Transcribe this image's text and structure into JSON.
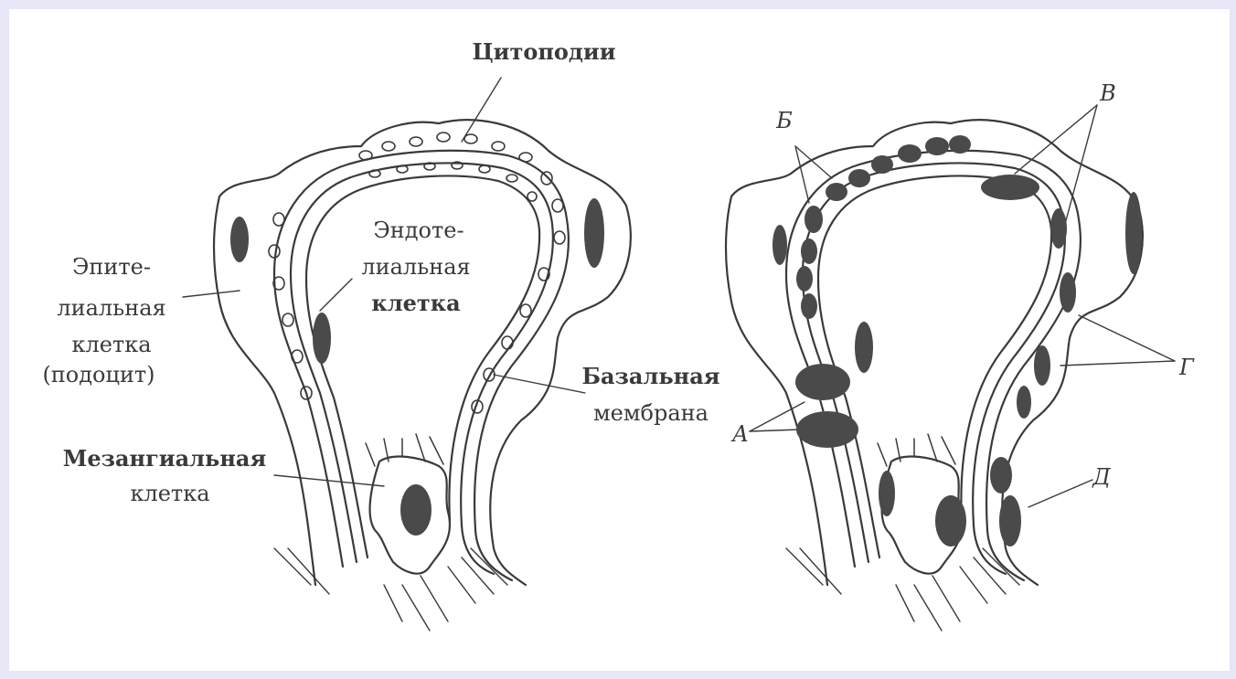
{
  "left_figure": {
    "cytopodia": "Цитоподии",
    "endothelial": [
      "Эндоте-",
      "лиальная",
      "клетка"
    ],
    "epithelial": [
      "Эпите-",
      "лиальная",
      "клетка",
      "(подоцит)"
    ],
    "basement": [
      "Базальная",
      "мембрана"
    ],
    "mesangial": [
      "Мезангиальная",
      "клетка"
    ]
  },
  "right_figure": {
    "label_a": "А",
    "label_b": "Б",
    "label_v": "В",
    "label_g": "Г",
    "label_d": "Д"
  },
  "colors": {
    "background": "#e6e6f6",
    "panel": "#ffffff",
    "ink": "#3a3a3a",
    "nucleus": "#4a4a4a"
  }
}
